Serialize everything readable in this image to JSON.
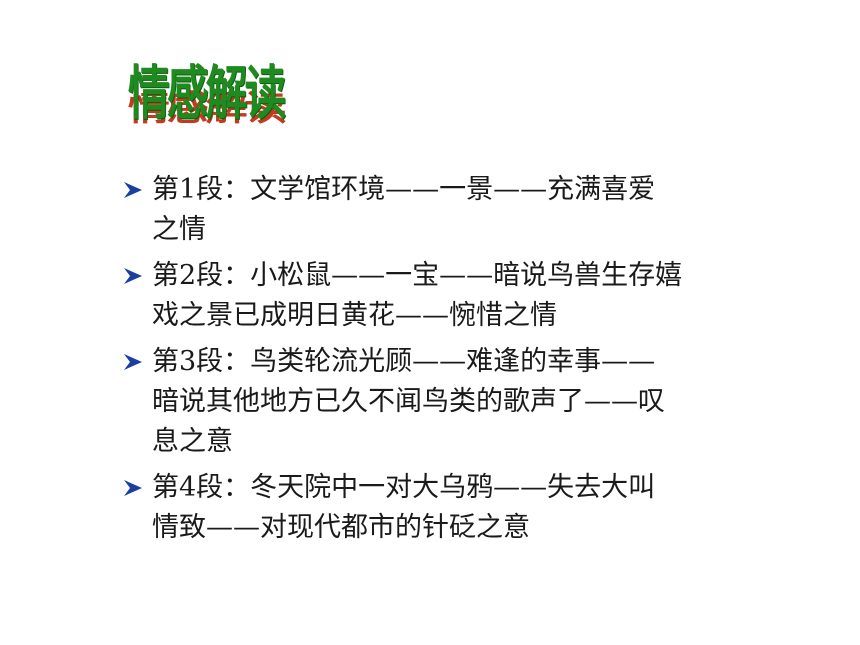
{
  "title": "情感解读",
  "items": [
    {
      "lines": [
        "第1段：文学馆环境——一景——充满喜爱",
        "之情"
      ]
    },
    {
      "lines": [
        "第2段：小松鼠——一宝——暗说鸟兽生存嬉",
        "戏之景已成明日黄花——惋惜之情"
      ]
    },
    {
      "lines": [
        "第3段：鸟类轮流光顾——难逢的幸事——",
        "暗说其他地方已久不闻鸟类的歌声了——叹",
        "息之意"
      ]
    },
    {
      "lines": [
        "第4段：冬天院中一对大乌鸦——失去大叫",
        "情致——对现代都市的针砭之意"
      ]
    }
  ],
  "colors": {
    "title_green": "#1f8a1f",
    "title_shadow_red": "#c53a1f",
    "bullet_blue": "#1a3fa0",
    "text": "#1a1a1a"
  },
  "icons": {
    "bullet": "arrowhead-bullet-icon"
  }
}
